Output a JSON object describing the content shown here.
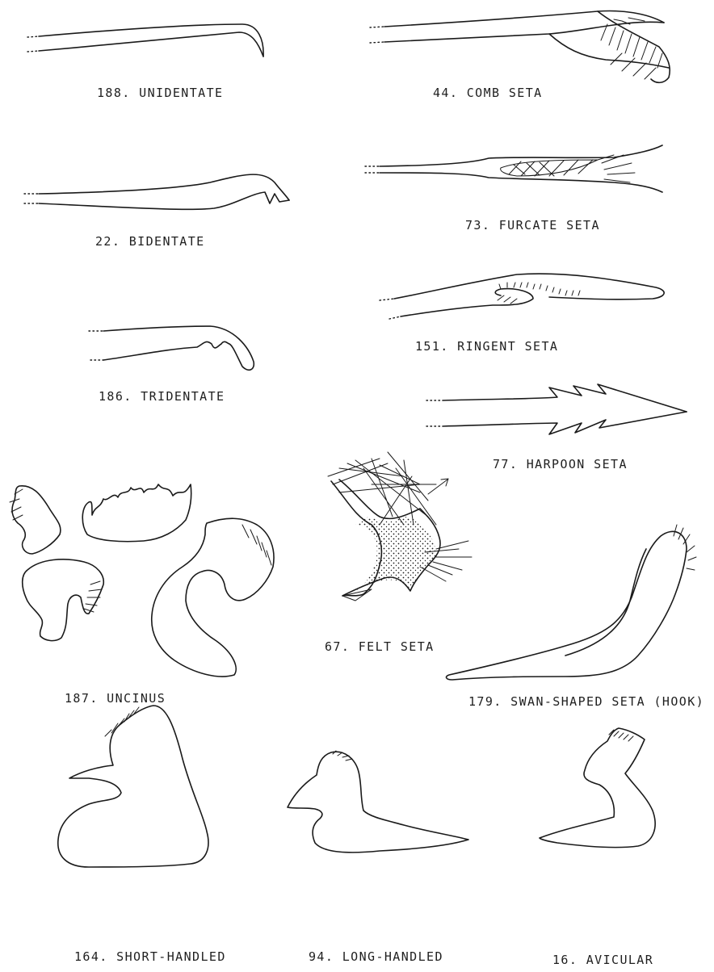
{
  "plate": {
    "labels": {
      "unidentate": "188. UNIDENTATE",
      "comb": "44. COMB SETA",
      "bidentate": "22. BIDENTATE",
      "furcate": "73. FURCATE SETA",
      "ringent": "151. RINGENT SETA",
      "tridentate": "186. TRIDENTATE",
      "harpoon": "77. HARPOON SETA",
      "uncinus": "187. UNCINUS",
      "felt": "67. FELT SETA",
      "swan": "179. SWAN-SHAPED SETA (HOOK)",
      "short_handled": "164. SHORT-HANDLED",
      "long_handled": "94. LONG-HANDLED",
      "avicular": "16. AVICULAR"
    }
  }
}
